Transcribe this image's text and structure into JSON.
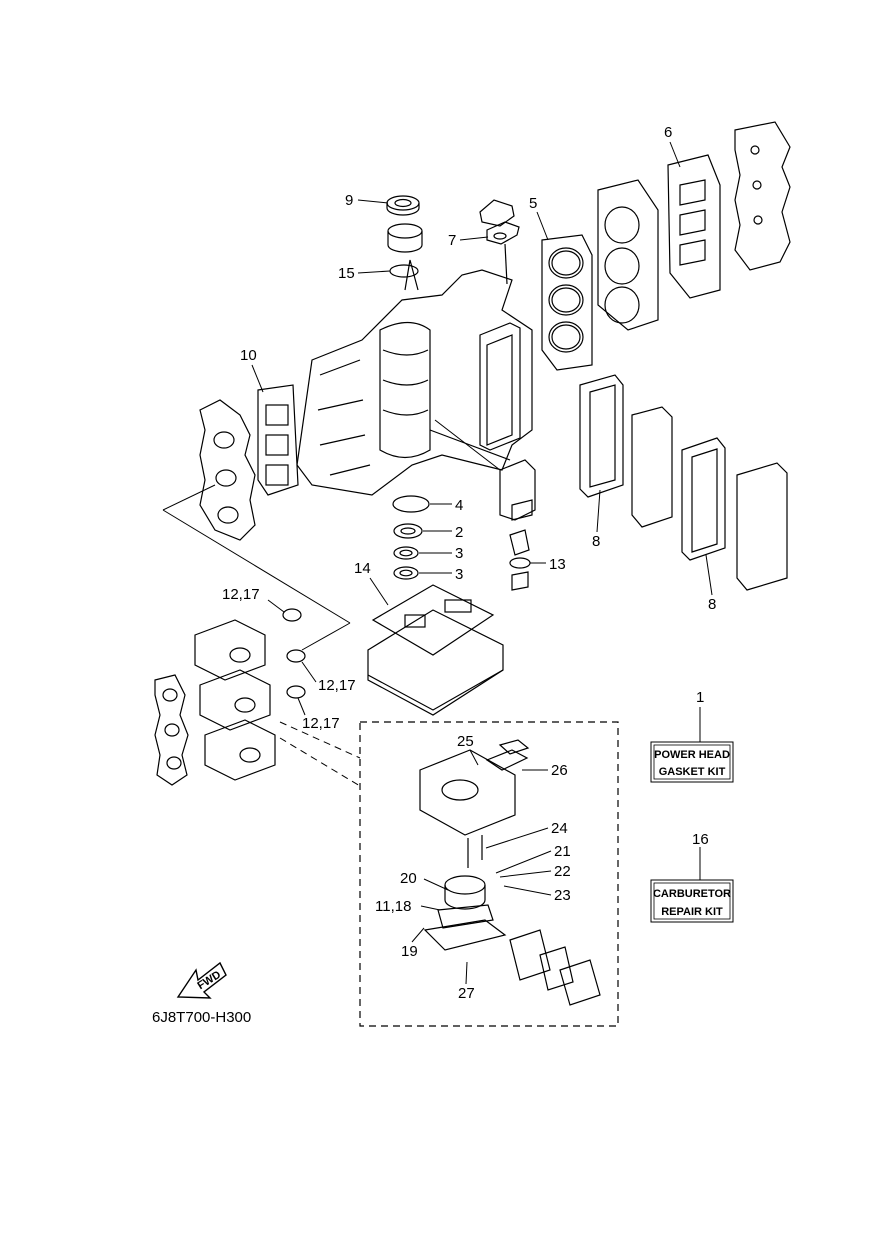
{
  "diagram_code": "6J8T700-H300",
  "direction_arrow": "FWD",
  "kits": [
    {
      "ref": "1",
      "line1": "POWER HEAD",
      "line2": "GASKET KIT"
    },
    {
      "ref": "16",
      "line1": "CARBURETOR",
      "line2": "REPAIR KIT"
    }
  ],
  "callouts": [
    {
      "id": "c9",
      "text": "9"
    },
    {
      "id": "c7",
      "text": "7"
    },
    {
      "id": "c15",
      "text": "15"
    },
    {
      "id": "c5",
      "text": "5"
    },
    {
      "id": "c6",
      "text": "6"
    },
    {
      "id": "c10",
      "text": "10"
    },
    {
      "id": "c4",
      "text": "4"
    },
    {
      "id": "c2",
      "text": "2"
    },
    {
      "id": "c3a",
      "text": "3"
    },
    {
      "id": "c3b",
      "text": "3"
    },
    {
      "id": "c13",
      "text": "13"
    },
    {
      "id": "c8a",
      "text": "8"
    },
    {
      "id": "c8b",
      "text": "8"
    },
    {
      "id": "c14",
      "text": "14"
    },
    {
      "id": "c1217a",
      "text": "12,17"
    },
    {
      "id": "c1217b",
      "text": "12,17"
    },
    {
      "id": "c1217c",
      "text": "12,17"
    },
    {
      "id": "c25",
      "text": "25"
    },
    {
      "id": "c26",
      "text": "26"
    },
    {
      "id": "c24",
      "text": "24"
    },
    {
      "id": "c21",
      "text": "21"
    },
    {
      "id": "c22",
      "text": "22"
    },
    {
      "id": "c23",
      "text": "23"
    },
    {
      "id": "c20",
      "text": "20"
    },
    {
      "id": "c1118",
      "text": "11,18"
    },
    {
      "id": "c19",
      "text": "19"
    },
    {
      "id": "c27",
      "text": "27"
    }
  ]
}
